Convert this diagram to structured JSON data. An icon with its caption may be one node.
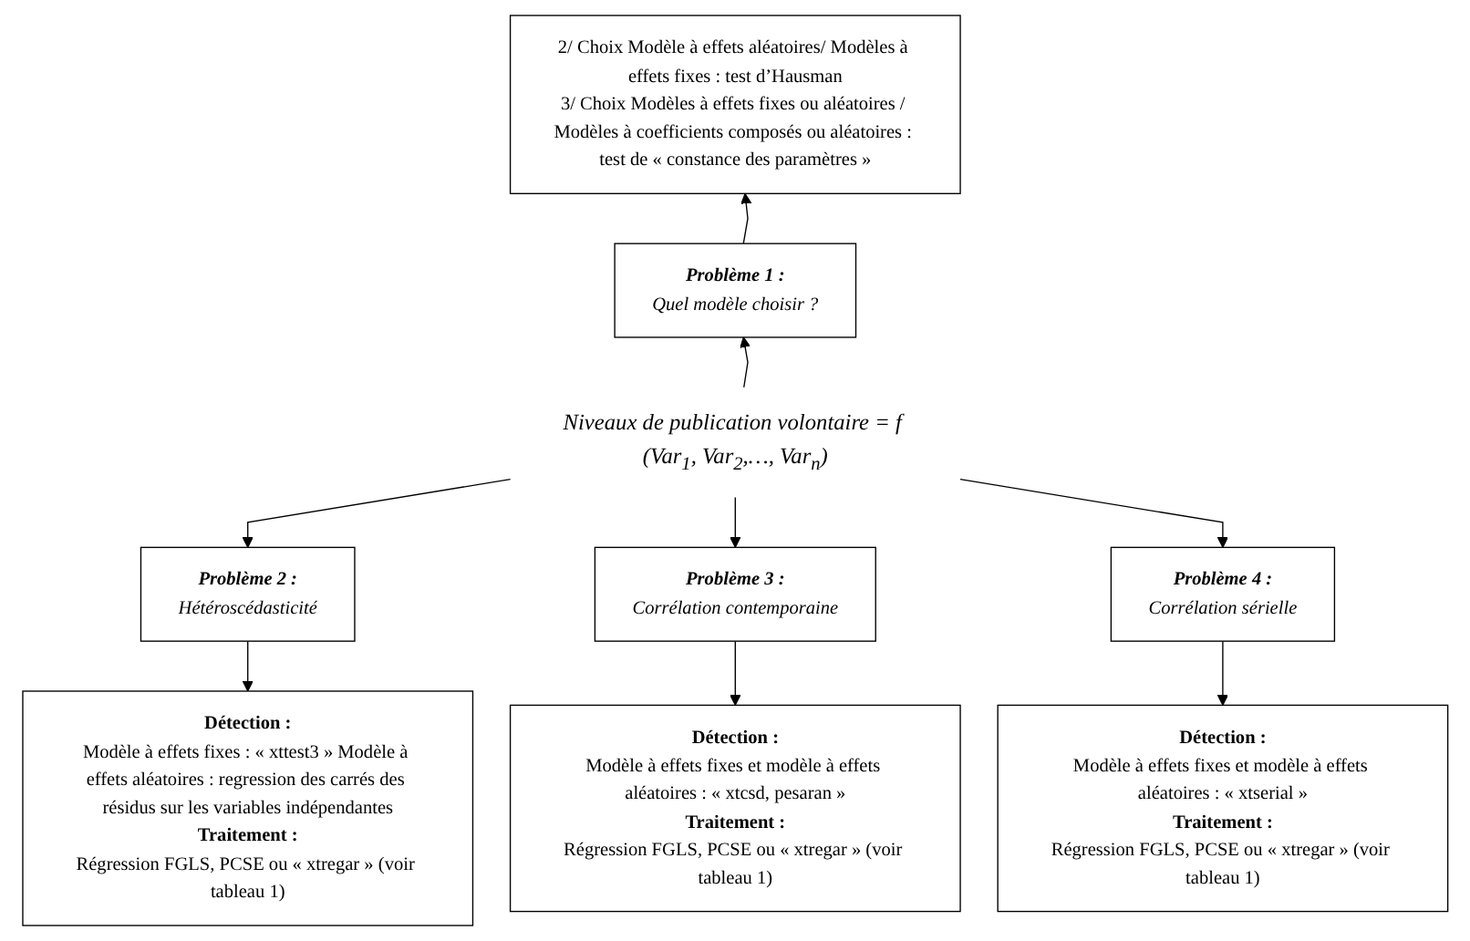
{
  "diagram": {
    "nodes": [
      {
        "text": [
          "2/ Choix Modèle à effets aléatoires/ Modèles à effets fixes : test d’Hausman",
          "3/ Choix Modèles à effets fixes ou aléatoires / Modèles à coefficients composés ou aléatoires : test de « constance des paramètres »"
        ]
      },
      {
        "text": [
          "Problème 1 :",
          "Quel modèle choisir ?"
        ]
      },
      {
        "text": [
          "Niveaux de publication volontaire = f (Var$_{1}$, Var$_{2}$,…, Var$_{n}$)"
        ]
      },
      {
        "text": [
          "Problème 2 :",
          "Hétéroscédasticité"
        ]
      },
      {
        "text": [
          "Problème 3 :",
          "Corrélation contemporaine"
        ]
      },
      {
        "text": [
          "Problème 4 :",
          "Corrélation sérielle"
        ]
      },
      {
        "text": [
          "Détection :",
          "Modèle à effets fixes : « xttest3 » Modèle à effets aléatoires : regression des carrés des résidus sur les variables indépendantes",
          "Traitement :",
          "Régression FGLS, PCSE ou « xtregar » (voir tableau 1)"
        ]
      },
      {
        "text": [
          "Détection :",
          "Modèle à effets fixes et modèle à effets aléatoires : « xtcsd, pesaran »",
          "Traitement :",
          "Régression FGLS, PCSE ou « xtregar » (voir tableau 1)"
        ]
      },
      {
        "text": [
          "Détection :",
          "Modèle à effets fixes et modèle à effets aléatoires : « xtserial »",
          "Traitement :",
          "Régression FGLS, PCSE ou « xtregar » (voir tableau 1)"
        ]
      }
    ],
    "edges": [
      {
        "from": 1,
        "to": 0,
        "arrow": "to"
      },
      {
        "from": 2,
        "to": 1,
        "arrow": "to"
      },
      {
        "from": 2,
        "to": 3,
        "arrow": "to"
      },
      {
        "from": 2,
        "to": 4,
        "arrow": "to"
      },
      {
        "from": 2,
        "to": 5,
        "arrow": "to"
      },
      {
        "from": 3,
        "to": 6,
        "arrow": "to"
      },
      {
        "from": 4,
        "to": 7,
        "arrow": "to"
      },
      {
        "from": 5,
        "to": 8,
        "arrow": "to"
      }
    ]
  }
}
